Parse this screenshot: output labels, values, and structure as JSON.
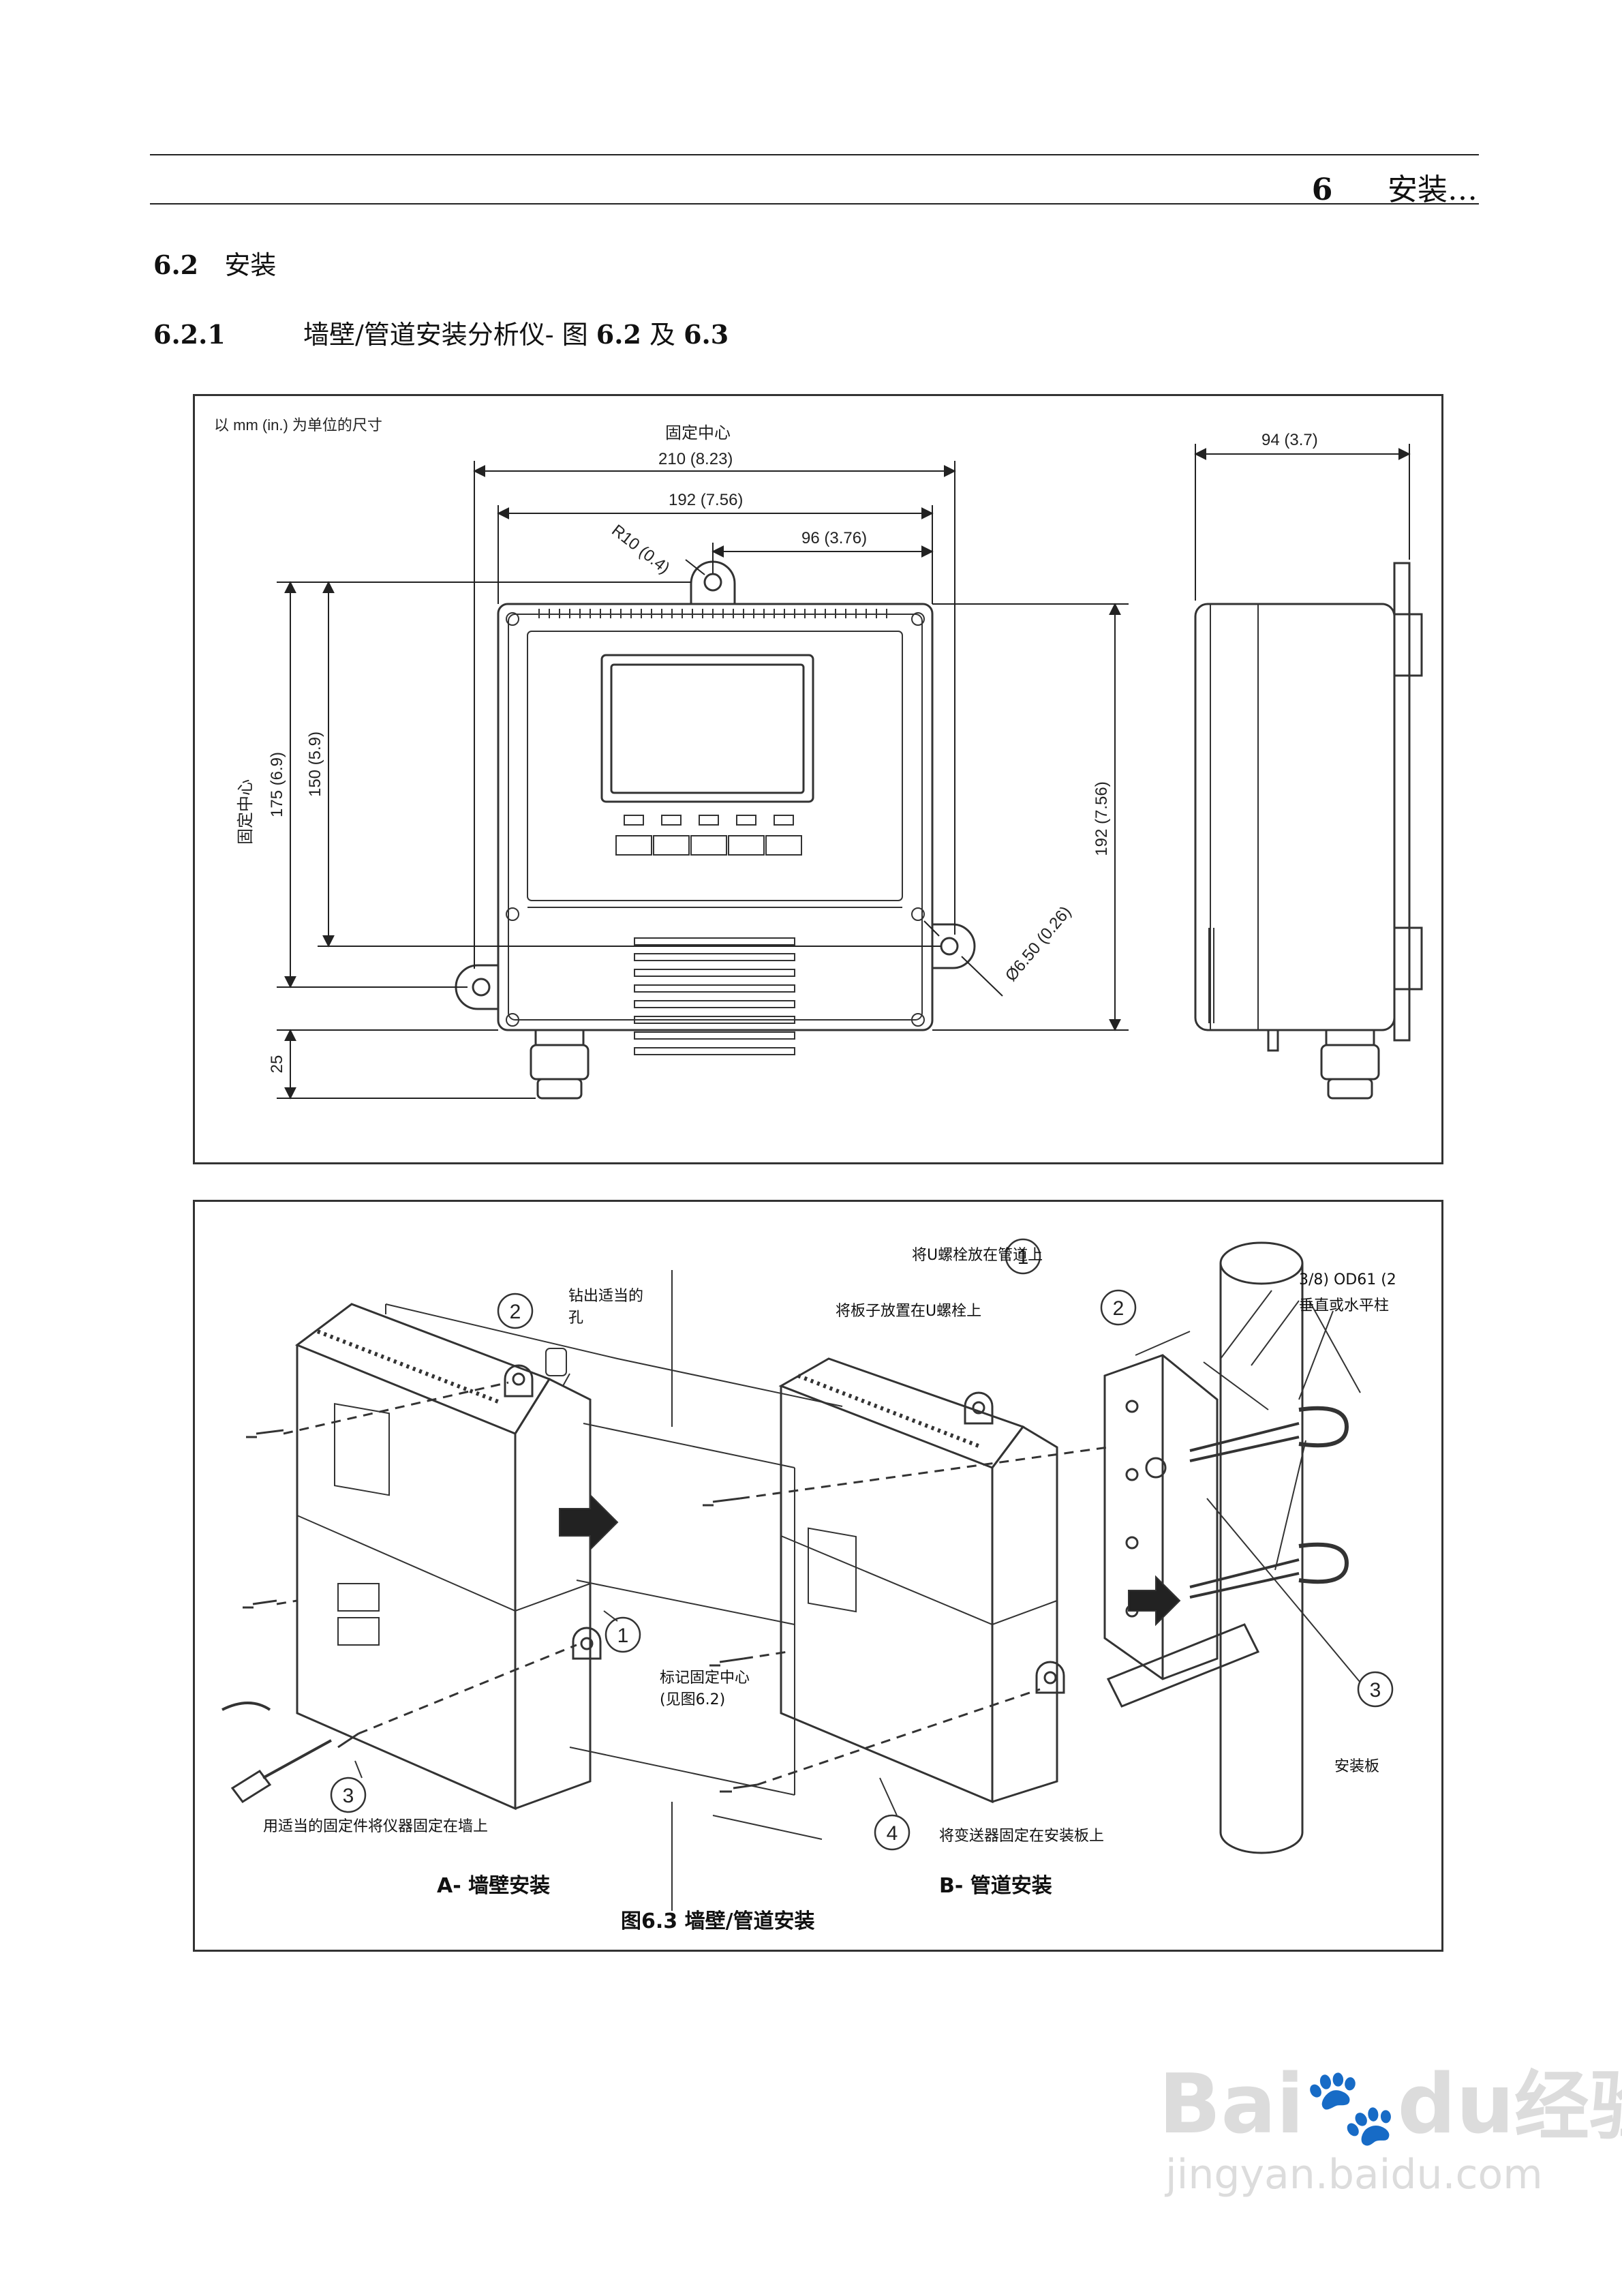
{
  "header": {
    "chapter_number": "6",
    "chapter_title": "安装…"
  },
  "section": {
    "number": "6.2",
    "title": "安装"
  },
  "subsection": {
    "number": "6.2.1",
    "title_prefix": "墙壁/管道安装分析仪- 图 ",
    "ref_a": "6.2",
    "conj": " 及 ",
    "ref_b": "6.3"
  },
  "figure_dims": {
    "units_note": "以 mm (in.) 为单位的尺寸",
    "fix_center": "固定中心",
    "w210": "210 (8.23)",
    "w192": "192 (7.56)",
    "w96": "96 (3.76)",
    "radius": "R10 (0.4)",
    "depth": "94 (3.7)",
    "v_fix_center": "固定中心",
    "h175": "175 (6.9)",
    "h150": "150 (5.9)",
    "h192": "192 (7.56)",
    "hole": "Ø6.50 (0.26)",
    "h25": "25"
  },
  "figure_install": {
    "wall_step2": "钻出适当的孔",
    "wall_step2_line1": "钻出适当的",
    "wall_step2_line2": "孔",
    "wall_step1_line1": "标记固定中心",
    "wall_step1_line2": "(见图6.2)",
    "wall_step3": "用适当的固定件将仪器固定在墙上",
    "pipe_step1": "将U螺栓放在管道上",
    "pipe_step2": "将板子放置在U螺栓上",
    "pipe_note_line1": "3/8) OD61 (2",
    "pipe_note_line2": "垂直或水平柱",
    "pipe_step3": "安装板",
    "pipe_step4": "将变送器固定在安装板上",
    "label_a": "A- 墙壁安装",
    "label_b": "B- 管道安装",
    "caption": "图6.3 墙壁/管道安装",
    "callouts": [
      "1",
      "2",
      "3",
      "4"
    ]
  },
  "watermark": {
    "brand": "Bai",
    "brand2": "du",
    "suffix": "经验",
    "url": "jingyan.baidu.com"
  }
}
